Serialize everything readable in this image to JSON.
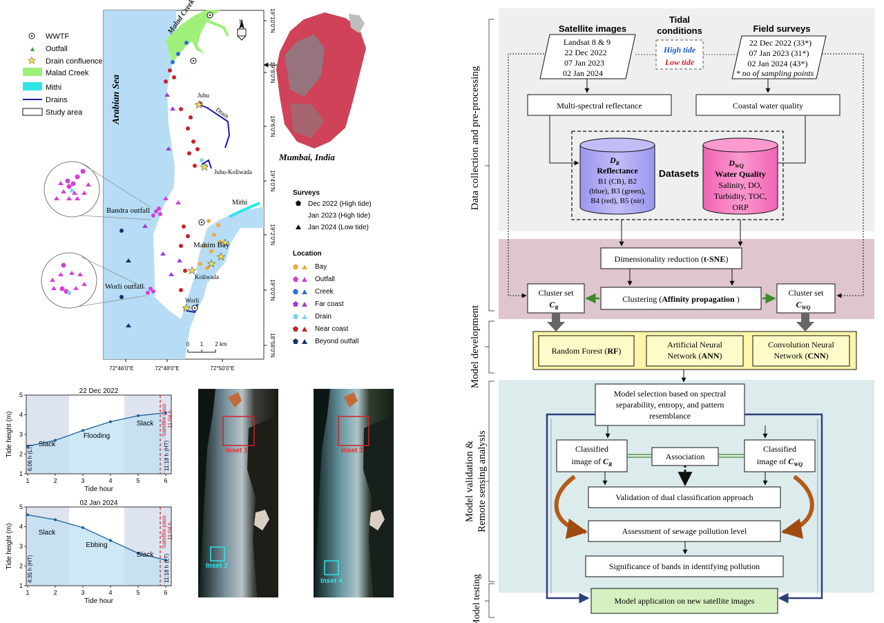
{
  "map": {
    "labels": {
      "malad_creek": "Malad Creek",
      "arabian_sea": "Arabian Sea",
      "juhu": "Juhu",
      "drain": "Drain",
      "juhu_koliwada": "Juhu-Koliwada",
      "mithi": "Mithi",
      "bandra_outfall": "Bandra outfall",
      "mahim_bay": "Mahim Bay",
      "koliwada": "Koliwada",
      "worli_outfall": "Worli outfall",
      "worli": "Worli",
      "mumbai": "Mumbai, India",
      "north": "N"
    },
    "lat_ticks": [
      "19°10'0\"N",
      "19°8'0\"N",
      "19°6'0\"N",
      "19°4'0\"N",
      "19°2'0\"N",
      "19°0'0\"N",
      "18°58'0\"N"
    ],
    "lon_ticks": [
      "72°46'0\"E",
      "72°48'0\"E",
      "72°50'0\"E"
    ],
    "scalebar": {
      "t0": "0",
      "t1": "1",
      "t2": "2 km"
    },
    "legend": [
      {
        "label": "WWTF"
      },
      {
        "label": "Outfall"
      },
      {
        "label": "Drain confluence"
      },
      {
        "label": "Malad Creek",
        "color": "#9ef07a"
      },
      {
        "label": "Mithi",
        "color": "#2ee6e6"
      },
      {
        "label": "Drains",
        "color": "#1a1aa8"
      },
      {
        "label": "Study area"
      }
    ],
    "surveys": {
      "title": "Surveys",
      "items": [
        "Dec 2022 (High tide)",
        "Jan 2023 (High tide)",
        "Jan 2024 (Low tide)"
      ]
    },
    "locations": {
      "title": "Location",
      "items": [
        {
          "label": "Bay",
          "color": "#f2a93b"
        },
        {
          "label": "Outfall",
          "color": "#d63fd6"
        },
        {
          "label": "Creek",
          "color": "#2a6fd6"
        },
        {
          "label": "Far coast",
          "color": "#9b3fd6"
        },
        {
          "label": "Drain",
          "color": "#7fd3ec"
        },
        {
          "label": "Near coast",
          "color": "#c8222a"
        },
        {
          "label": "Beyond outfall",
          "color": "#1a2f6b"
        }
      ]
    }
  },
  "tide": {
    "chart_data": [
      {
        "type": "line",
        "title": "22 Dec 2022",
        "xlabel": "Tide hour",
        "ylabel": "Tide height (m)",
        "x": [
          1,
          2,
          3,
          4,
          5,
          6
        ],
        "y": [
          2.4,
          2.7,
          3.2,
          3.65,
          3.95,
          4.1
        ],
        "xlim": [
          0.95,
          6.2
        ],
        "ylim": [
          1,
          5
        ],
        "yticks": [
          1,
          2,
          3,
          4,
          5
        ],
        "phases": [
          "Slack",
          "Flooding",
          "Slack"
        ],
        "left_note": "6:06 h (LT)",
        "right_note": "11:18 h (HT)",
        "pass_label": "Satellite pass",
        "pass_time": "11:04 h"
      },
      {
        "type": "line",
        "title": "02 Jan 2024",
        "xlabel": "Tide hour",
        "ylabel": "Tide height (m)",
        "x": [
          1,
          2,
          3,
          4,
          5,
          6
        ],
        "y": [
          4.6,
          4.35,
          3.95,
          3.3,
          2.65,
          2.3
        ],
        "xlim": [
          0.95,
          6.2
        ],
        "ylim": [
          1,
          5
        ],
        "yticks": [
          1,
          2,
          3,
          4,
          5
        ],
        "phases": [
          "Slack",
          "Ebbing",
          "Slack"
        ],
        "left_note": "4:35 h (HT)",
        "right_note": "11:18 h (LT)",
        "pass_label": "Satellite pass",
        "pass_time": "11:04 h"
      }
    ]
  },
  "imagery": {
    "insets": [
      "Inset 1",
      "Inset 2",
      "Inset 3",
      "Inset 4"
    ]
  },
  "flow": {
    "stages": {
      "data": "Data collection and pre-processing",
      "dev": "Model development",
      "val1": "Model validation &",
      "val2": "Remote sensing analysis",
      "test": "Model testing"
    },
    "satellite": {
      "title": "Satellite images",
      "lines": [
        "Landsat 8 & 9",
        "22 Dec 2022",
        "07 Jan 2023",
        "02 Jan 2024"
      ]
    },
    "tidal": {
      "title1": "Tidal",
      "title2": "conditions",
      "high": "High tide",
      "low": "Low tide",
      "high_color": "#1f5fbf",
      "low_color": "#d0202a"
    },
    "field": {
      "title": "Field surveys",
      "lines": [
        "22 Dec 2022 (33*)",
        "07 Jan 2023 (31*)",
        "02 Jan 2024 (43*)",
        "* no of sampling points"
      ]
    },
    "multispectral": "Multi-spectral reflectance",
    "coastal": "Coastal water quality",
    "datasets": "Datasets",
    "dr": {
      "symbol": "D",
      "sub": "R",
      "title": "Reflectance",
      "lines": [
        "B1 (CB), B2",
        "(blue), B3 (green),",
        "B4 (red), B5 (nir)"
      ],
      "color": "#b3aef2"
    },
    "dwq": {
      "symbol": "D",
      "sub": "WQ",
      "title": "Water Quality",
      "lines": [
        "Salinity, DO,",
        "Turbidity, TOC,",
        "ORP"
      ],
      "color": "#f77fc0"
    },
    "dimred": {
      "text": "Dimensionality reduction (",
      "bold": "t-SNE",
      "end": ")"
    },
    "clustering": {
      "text": "Clustering (",
      "bold": "Affinity propagation",
      "end": " )"
    },
    "cluster_r": {
      "title": "Cluster set",
      "symbol": "C",
      "sub": "R"
    },
    "cluster_wq": {
      "title": "Cluster set",
      "symbol": "C",
      "sub": "WQ"
    },
    "models": [
      {
        "lines": [
          "Random Forest ("
        ],
        "bold": "RF",
        "end": ")"
      },
      {
        "lines": [
          "Artificial Neural",
          "Network ("
        ],
        "bold": "ANN",
        "end": ")"
      },
      {
        "lines": [
          "Convolution Neural",
          "Network ("
        ],
        "bold": "CNN",
        "end": ")"
      }
    ],
    "selection": [
      "Model selection based on spectral",
      "separability, entropy, and pattern",
      "resemblance"
    ],
    "classified_r": {
      "line1": "Classified",
      "line2": "image of ",
      "symbol": "C",
      "sub": "R"
    },
    "classified_wq": {
      "line1": "Classified",
      "line2": "image of ",
      "symbol": "C",
      "sub": "WQ"
    },
    "association": "Association",
    "validation": "Validation of  dual classification approach",
    "assessment": "Assessment of sewage pollution level",
    "significance": "Significance of bands in identifying pollution",
    "application": "Model application on new satellite images"
  }
}
